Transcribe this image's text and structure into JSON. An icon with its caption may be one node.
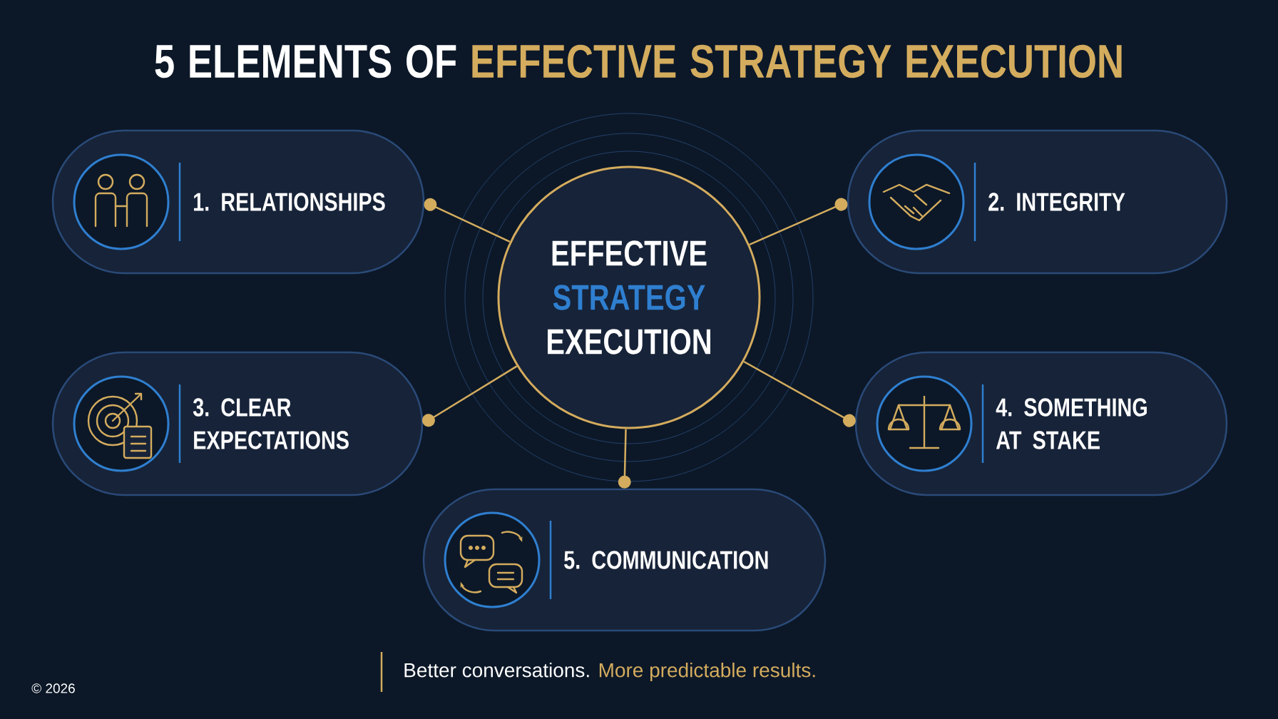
{
  "diagram": {
    "title": "5 ELEMENTS OF **EFFECTIVE STRATEGY EXECUTION**",
    "nodes": [
      {
        "text": [
          "EFFECTIVE **STRATEGY** EXECUTION"
        ]
      },
      {
        "text": [
          "1. RELATIONSHIPS"
        ]
      },
      {
        "text": [
          "2. INTEGRITY"
        ]
      },
      {
        "text": [
          "3. CLEAR EXPECTATIONS"
        ]
      },
      {
        "text": [
          "4. SOMETHING AT STAKE"
        ]
      },
      {
        "text": [
          "5. COMMUNICATION"
        ]
      }
    ],
    "edges": [
      {
        "from": 0,
        "to": 1,
        "arrow": "other"
      },
      {
        "from": 0,
        "to": 2,
        "arrow": "other"
      },
      {
        "from": 0,
        "to": 3,
        "arrow": "other"
      },
      {
        "from": 0,
        "to": 4,
        "arrow": "other"
      },
      {
        "from": 0,
        "to": 5,
        "arrow": "other"
      }
    ],
    "labels": [
      "© 2026",
      "Better conversations. **More predictable results.**"
    ]
  }
}
